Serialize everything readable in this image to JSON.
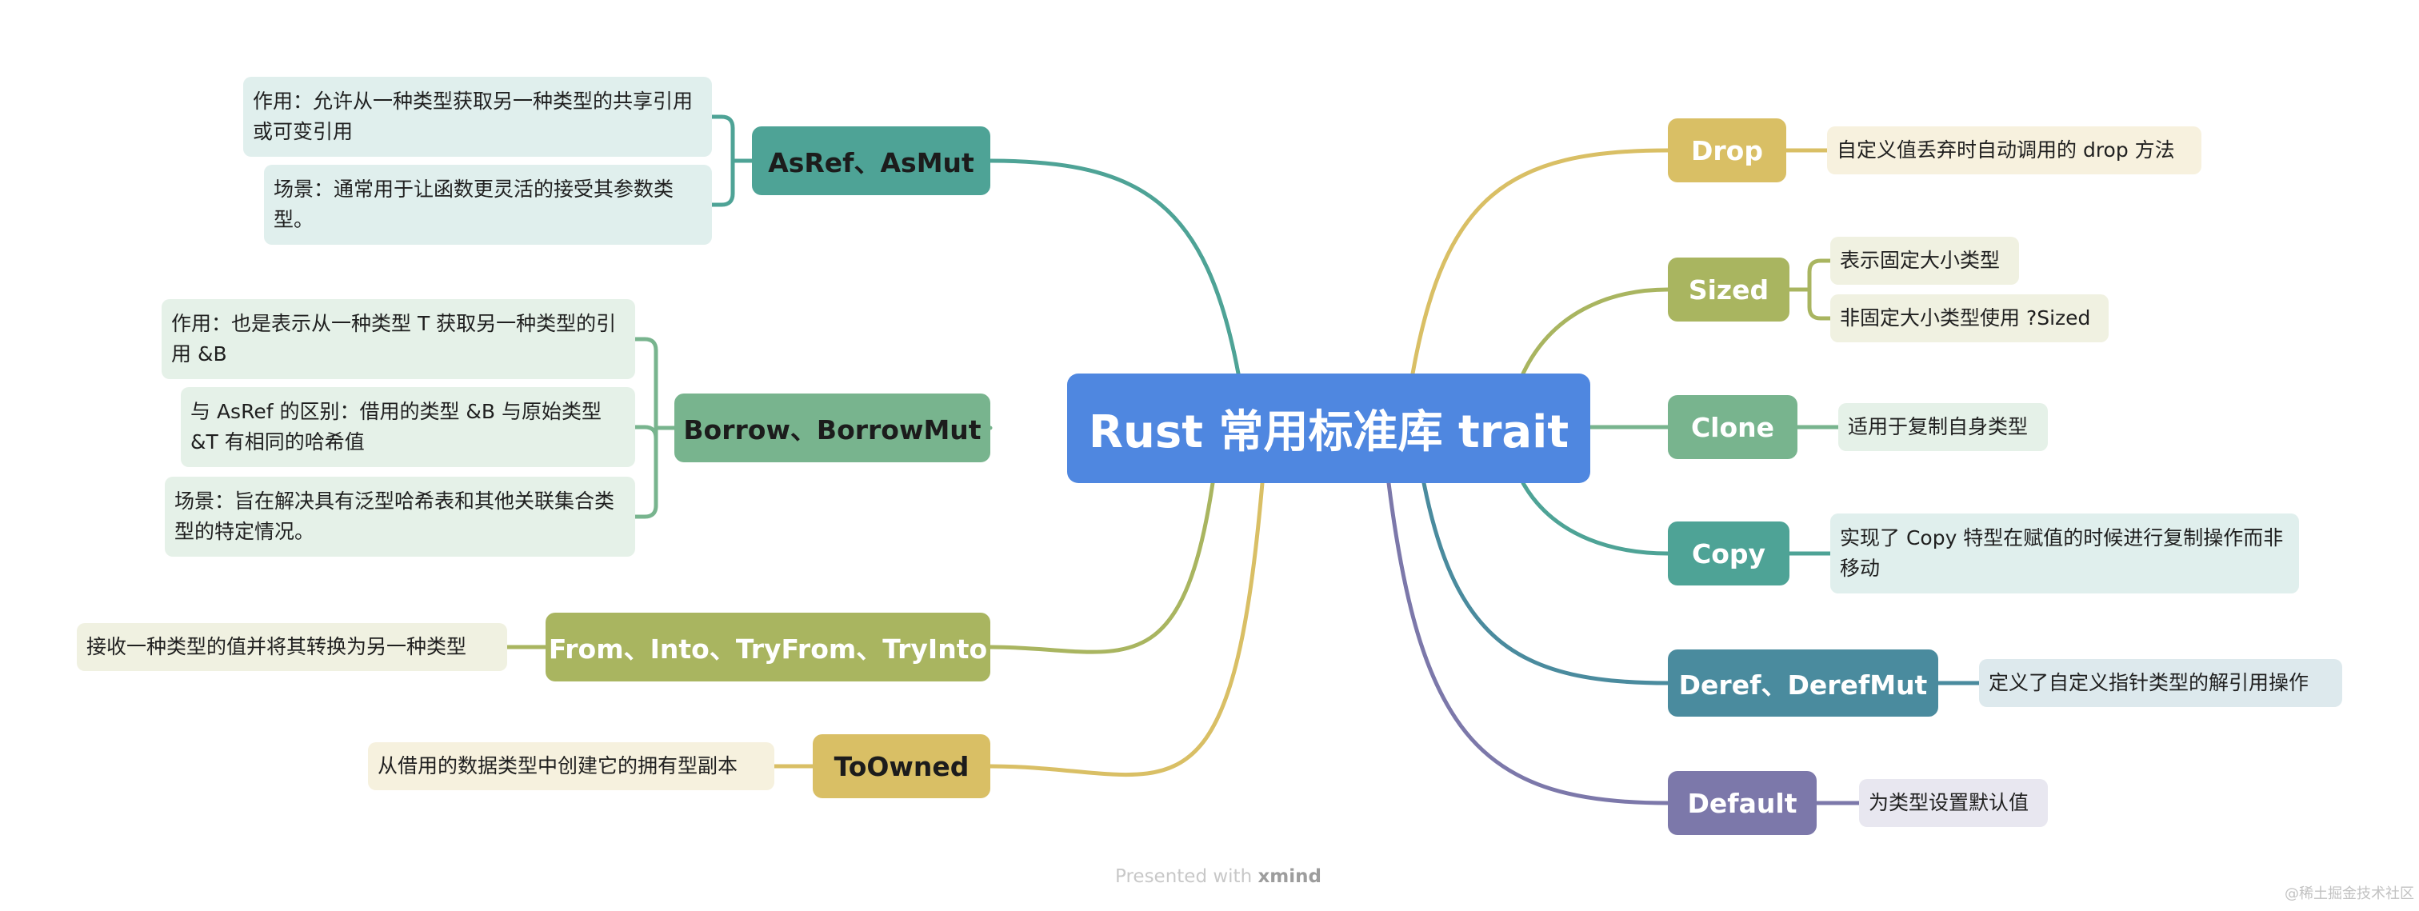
{
  "central": {
    "label": "Rust 常用标准库 trait",
    "color": "#4f87e0"
  },
  "branches": [
    {
      "id": "asref",
      "label": "AsRef、AsMut",
      "color": "#4ea396",
      "text": "dark",
      "leaf_color": "#e0efed",
      "leaves": [
        "作用：允许从一种类型获取另一种类型的共享引用或可变引用",
        "场景：通常用于让函数更灵活的接受其参数类型。"
      ]
    },
    {
      "id": "borrow",
      "label": "Borrow、BorrowMut",
      "color": "#78b48e",
      "text": "dark",
      "leaf_color": "#e5f1e8",
      "leaves": [
        "作用：也是表示从一种类型 T 获取另一种类型的引用 &B",
        "与 AsRef 的区别：借用的类型 &B 与原始类型 &T 有相同的哈希值",
        "场景：旨在解决具有泛型哈希表和其他关联集合类型的特定情况。"
      ]
    },
    {
      "id": "from",
      "label": "From、Into、TryFrom、TryInto",
      "color": "#a9b560",
      "text": "light",
      "leaf_color": "#f0f1e1",
      "leaves": [
        "接收一种类型的值并将其转换为另一种类型"
      ]
    },
    {
      "id": "toowned",
      "label": "ToOwned",
      "color": "#d9bf65",
      "text": "dark",
      "leaf_color": "#f6f1de",
      "leaves": [
        "从借用的数据类型中创建它的拥有型副本"
      ]
    },
    {
      "id": "drop",
      "label": "Drop",
      "color": "#d9bf65",
      "text": "light",
      "leaf_color": "#f7f1de",
      "leaves": [
        "自定义值丢弃时自动调用的 drop 方法"
      ]
    },
    {
      "id": "sized",
      "label": "Sized",
      "color": "#a9b560",
      "text": "light",
      "leaf_color": "#f0f1e1",
      "leaves": [
        "表示固定大小类型",
        "非固定大小类型使用 ?Sized"
      ]
    },
    {
      "id": "clone",
      "label": "Clone",
      "color": "#78b48e",
      "text": "light",
      "leaf_color": "#e5f1e8",
      "leaves": [
        "适用于复制自身类型"
      ]
    },
    {
      "id": "copy",
      "label": "Copy",
      "color": "#4ea396",
      "text": "light",
      "leaf_color": "#e0efed",
      "leaves": [
        "实现了 Copy 特型在赋值的时候进行复制操作而非移动"
      ]
    },
    {
      "id": "deref",
      "label": "Deref、DerefMut",
      "color": "#4a8b9e",
      "text": "light",
      "leaf_color": "#dde9ed",
      "leaves": [
        "定义了自定义指针类型的解引用操作"
      ]
    },
    {
      "id": "default",
      "label": "Default",
      "color": "#7c78aa",
      "text": "light",
      "leaf_color": "#e8e7f0",
      "leaves": [
        "为类型设置默认值"
      ]
    }
  ],
  "footer": {
    "prefix": "Presented with",
    "brand": "xmind"
  },
  "watermark": "@稀土掘金技术社区"
}
